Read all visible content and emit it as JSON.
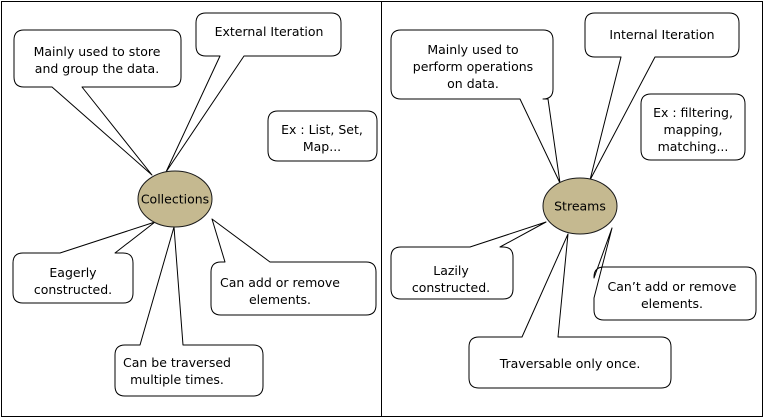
{
  "panels": [
    {
      "hub": {
        "label": "Collections"
      },
      "callouts": [
        {
          "lines": [
            "Mainly used to store",
            "and group the data."
          ]
        },
        {
          "lines": [
            "External Iteration"
          ]
        },
        {
          "lines": [
            "Ex : List, Set,",
            "Map..."
          ]
        },
        {
          "lines": [
            "Eagerly",
            "constructed."
          ]
        },
        {
          "lines": [
            "Can add or remove",
            "elements."
          ]
        },
        {
          "lines": [
            "Can be traversed",
            "multiple times."
          ]
        }
      ]
    },
    {
      "hub": {
        "label": "Streams"
      },
      "callouts": [
        {
          "lines": [
            "Mainly used to",
            "perform operations",
            "on data."
          ]
        },
        {
          "lines": [
            "Internal Iteration"
          ]
        },
        {
          "lines": [
            "Ex : filtering,",
            "mapping,",
            "matching..."
          ]
        },
        {
          "lines": [
            "Lazily",
            "constructed."
          ]
        },
        {
          "lines": [
            "Can’t  add or remove",
            "elements."
          ]
        },
        {
          "lines": [
            "Traversable only once."
          ]
        }
      ]
    }
  ],
  "colors": {
    "hub_fill": "#c5b990",
    "outline": "#000000",
    "background": "#ffffff"
  }
}
